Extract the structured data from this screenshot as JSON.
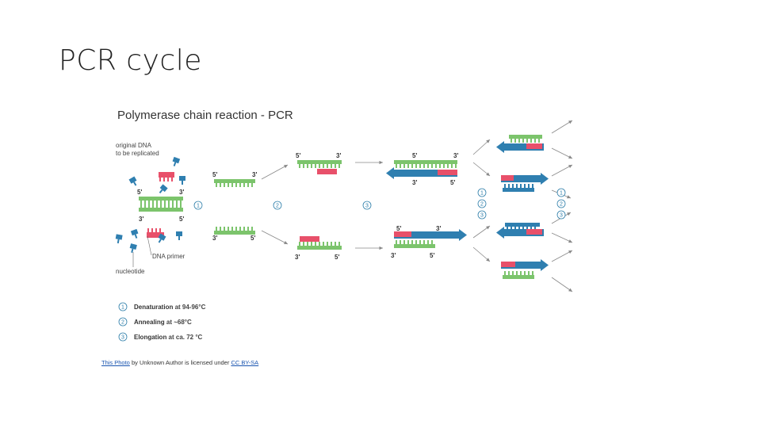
{
  "slide": {
    "title": "PCR cycle"
  },
  "figure": {
    "title": "Polymerase chain reaction - PCR",
    "labels": {
      "original_dna_line1": "original DNA",
      "original_dna_line2": "to be replicated",
      "dna_primer": "DNA primer",
      "nucleotide": "nucleotide"
    },
    "ends": {
      "five": "5'",
      "three": "3'"
    },
    "steps": [
      "1",
      "2",
      "3"
    ],
    "legend": [
      {
        "num": "1",
        "bold": "Denaturation",
        "rest": " at 94-96°C"
      },
      {
        "num": "2",
        "bold": "Annealing",
        "rest": " at ~68°C"
      },
      {
        "num": "3",
        "bold": "Elongation",
        "rest": " at ca. 72 °C"
      }
    ],
    "colors": {
      "original": "#7cc46c",
      "primer": "#e8506a",
      "new_strand": "#2f7fb0",
      "step_ring": "#2a7ca8"
    }
  },
  "credit": {
    "link1": "This Photo",
    "text1": " by Unknown Author is licensed under ",
    "link2": "CC BY-SA"
  }
}
